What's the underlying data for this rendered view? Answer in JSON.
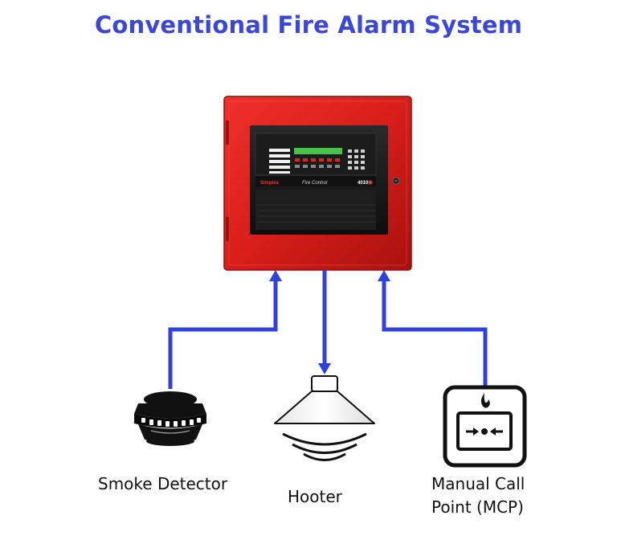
{
  "title": "Conventional Fire Alarm System",
  "panel": {
    "brand_text": "Simplex",
    "model_text": "Fire Control",
    "number_text": "4010"
  },
  "devices": {
    "smoke_detector": "Smoke Detector",
    "hooter": "Hooter",
    "mcp_line1": "Manual Call",
    "mcp_line2": "Point (MCP)"
  },
  "colors": {
    "title": "#3b47d6",
    "connector": "#2f3fe0",
    "panel_red": "#e0231f",
    "panel_dark": "#1a1a1a"
  }
}
